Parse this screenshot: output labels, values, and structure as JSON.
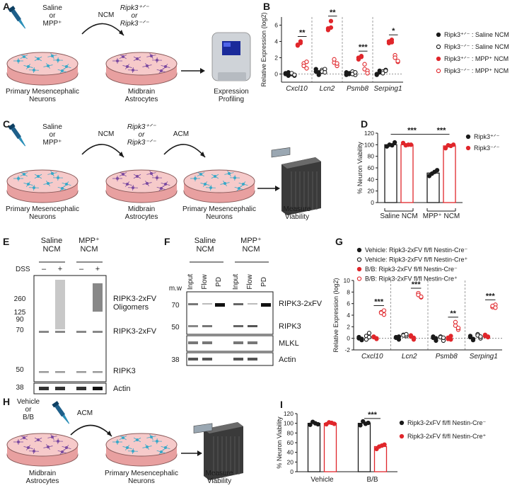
{
  "panels": {
    "A": {
      "letter": "A",
      "treatment": "Saline\nor\nMPP⁺",
      "ncm": "NCM",
      "genotype": "Ripk3⁺ᐟ⁻\nor\nRipk3⁻ᐟ⁻",
      "dish1": "Primary Mesencephalic\nNeurons",
      "dish2": "Midbrain\nAstrocytes",
      "device": "Expression\nProfiling"
    },
    "C": {
      "letter": "C",
      "treatment": "Saline\nor\nMPP⁺",
      "ncm": "NCM",
      "genotype": "Ripk3⁺ᐟ⁻\nor\nRipk3⁻ᐟ⁻",
      "acm": "ACM",
      "dish1": "Primary Mesencephalic\nNeurons",
      "dish2": "Midbrain\nAstrocytes",
      "dish3": "Primary Mesencephalic\nNeurons",
      "device": "Measure\nViability"
    },
    "E": {
      "letter": "E",
      "lanes": [
        "Saline\nNCM",
        "MPP⁺\nNCM"
      ],
      "dss": "DSS",
      "signs": [
        "–",
        "+",
        "–",
        "+"
      ],
      "mw": [
        "260",
        "125",
        "90",
        "70",
        "50",
        "38"
      ],
      "bands": [
        "RIPK3-2xFV\nOligomers",
        "RIPK3-2xFV",
        "RIPK3",
        "Actin"
      ]
    },
    "F": {
      "letter": "F",
      "groups": [
        "Saline\nNCM",
        "MPP⁺\nNCM"
      ],
      "lanes": [
        "Input",
        "Flow",
        "PD",
        "Input",
        "Flow",
        "PD"
      ],
      "mw_title": "m.w",
      "mw": [
        "70",
        "50",
        "38"
      ],
      "bands": [
        "RIPK3-2xFV",
        "RIPK3",
        "MLKL",
        "Actin"
      ]
    },
    "H": {
      "letter": "H",
      "treatment": "Vehicle\nor\nB/B",
      "acm": "ACM",
      "dish1": "Midbrain\nAstrocytes",
      "dish2": "Primary Mesencephalic\nNeurons",
      "device": "Measure\nViability"
    }
  },
  "colors": {
    "black": "#1a1a1a",
    "red": "#e0262b",
    "dish": "#f6caca",
    "neuron": "#38a8c8",
    "astro": "#7b4aa0"
  },
  "chart_data": [
    {
      "panel": "B",
      "type": "scatter",
      "ylabel": "Relative Expression (log2)",
      "ylim": [
        -1,
        7
      ],
      "yticks": [
        0,
        2,
        4,
        6
      ],
      "categories": [
        "Cxcl10",
        "Lcn2",
        "Psmb8",
        "Serping1"
      ],
      "series": [
        {
          "name": "Ripk3⁺ᐟ⁻ : Saline NCM",
          "color": "#1a1a1a",
          "filled": true,
          "values": [
            [
              0.1,
              -0.2,
              0.0,
              0.2
            ],
            [
              0.6,
              -0.1,
              0.3,
              0.2
            ],
            [
              0.2,
              0.0,
              -0.1,
              0.1
            ],
            [
              -0.1,
              0.4,
              0.0,
              0.2
            ]
          ]
        },
        {
          "name": "Ripk3⁻ᐟ⁻ : Saline NCM",
          "color": "#1a1a1a",
          "filled": false,
          "values": [
            [
              0.0,
              -0.2,
              0.1,
              -0.1
            ],
            [
              0.5,
              0.6,
              0.3,
              0.2
            ],
            [
              0.3,
              -0.1,
              0.0,
              0.2
            ],
            [
              0.3,
              0.5,
              0.1,
              0.4
            ]
          ]
        },
        {
          "name": "Ripk3⁺ᐟ⁻ : MPP⁺ NCM",
          "color": "#e0262b",
          "filled": true,
          "values": [
            [
              3.6,
              3.8,
              3.5,
              4.0
            ],
            [
              5.6,
              6.5,
              5.4,
              5.7
            ],
            [
              2.0,
              2.2,
              1.8,
              2.1
            ],
            [
              3.8,
              4.2,
              4.0,
              3.9
            ]
          ]
        },
        {
          "name": "Ripk3⁻ᐟ⁻ : MPP⁺ NCM",
          "color": "#e0262b",
          "filled": false,
          "values": [
            [
              1.3,
              0.7,
              1.0,
              1.5
            ],
            [
              1.4,
              1.0,
              1.8,
              1.3
            ],
            [
              0.6,
              0.4,
              1.2,
              0.1
            ],
            [
              2.3,
              1.5,
              2.0,
              1.6
            ]
          ]
        }
      ],
      "significance": [
        "**",
        "**",
        "***",
        "*"
      ]
    },
    {
      "panel": "D",
      "type": "bar",
      "ylabel": "% Neuron Viability",
      "ylim": [
        0,
        120
      ],
      "yticks": [
        0,
        20,
        40,
        60,
        80,
        100,
        120
      ],
      "categories": [
        "Saline NCM",
        "MPP⁺ NCM"
      ],
      "series": [
        {
          "name": "Ripk3⁺ᐟ⁻",
          "color": "#1a1a1a",
          "values": [
            100,
            51
          ],
          "points": [
            [
              97,
              100,
              99,
              104
            ],
            [
              46,
              50,
              53,
              56
            ]
          ]
        },
        {
          "name": "Ripk3⁻ᐟ⁻",
          "color": "#e0262b",
          "values": [
            100,
            98
          ],
          "points": [
            [
              103,
              99,
              100,
              100
            ],
            [
              94,
              99,
              98,
              100
            ]
          ]
        }
      ],
      "significance": [
        "***",
        "***"
      ]
    },
    {
      "panel": "G",
      "type": "scatter",
      "ylabel": "Relative Expression (log2)",
      "ylim": [
        -2,
        10
      ],
      "yticks": [
        -2,
        0,
        2,
        4,
        6,
        8,
        10
      ],
      "categories": [
        "Cxcl10",
        "Lcn2",
        "Psmb8",
        "Serping1"
      ],
      "series": [
        {
          "name": "Vehicle: Ripk3-2xFV fl/fl Nestin-Cre⁻",
          "color": "#1a1a1a",
          "filled": true,
          "values": [
            [
              0.0,
              -0.3,
              0.2,
              -0.1
            ],
            [
              0.1,
              0.3,
              0.2,
              -0.2
            ],
            [
              0.3,
              -0.4,
              0.1,
              0.0
            ],
            [
              0.4,
              -0.3,
              0.2,
              -0.1
            ]
          ]
        },
        {
          "name": "Vehicle: Ripk3-2xFV fl/fl Nestin-Cre⁺",
          "color": "#1a1a1a",
          "filled": false,
          "values": [
            [
              0.4,
              0.9,
              -0.2,
              0.2
            ],
            [
              0.6,
              0.4,
              0.5,
              0.7
            ],
            [
              0.3,
              -0.4,
              0.2,
              0.1
            ],
            [
              0.7,
              0.0,
              0.5,
              0.3
            ]
          ]
        },
        {
          "name": "B/B: Ripk3-2xFV fl/fl Nestin-Cre⁻",
          "color": "#e0262b",
          "filled": true,
          "values": [
            [
              0.2,
              -0.1,
              0.3,
              0.0
            ],
            [
              0.3,
              -0.2,
              0.5,
              0.1
            ],
            [
              -0.1,
              0.4,
              0.1,
              -0.2
            ],
            [
              0.6,
              0.2,
              0.4,
              0.3
            ]
          ]
        },
        {
          "name": "B/B: Ripk3-2xFV fl/fl Nestin-Cre⁺",
          "color": "#e0262b",
          "filled": false,
          "values": [
            [
              4.5,
              4.1,
              4.4,
              4.8
            ],
            [
              7.8,
              7.1,
              7.5,
              7.2
            ],
            [
              2.2,
              1.5,
              2.8,
              1.8
            ],
            [
              5.4,
              5.8,
              5.6,
              5.3
            ]
          ]
        }
      ],
      "significance": [
        "***",
        "***",
        "**",
        "***"
      ]
    },
    {
      "panel": "I",
      "type": "bar",
      "ylabel": "% Neuron Viability",
      "ylim": [
        0,
        120
      ],
      "yticks": [
        0,
        20,
        40,
        60,
        80,
        100,
        120
      ],
      "categories": [
        "Vehicle",
        "B/B"
      ],
      "series": [
        {
          "name": "Ripk3-2xFV fl/fl Nestin-Cre⁻",
          "color": "#1a1a1a",
          "values": [
            100,
            100
          ],
          "points": [
            [
              97,
              103,
              100,
              98
            ],
            [
              96,
              104,
              99,
              101
            ]
          ]
        },
        {
          "name": "Ripk3-2xFV fl/fl Nestin-Cre⁺",
          "color": "#e0262b",
          "values": [
            100,
            52
          ],
          "points": [
            [
              98,
              102,
              101,
              99
            ],
            [
              47,
              52,
              54,
              56
            ]
          ]
        }
      ],
      "significance": [
        "***"
      ]
    }
  ]
}
